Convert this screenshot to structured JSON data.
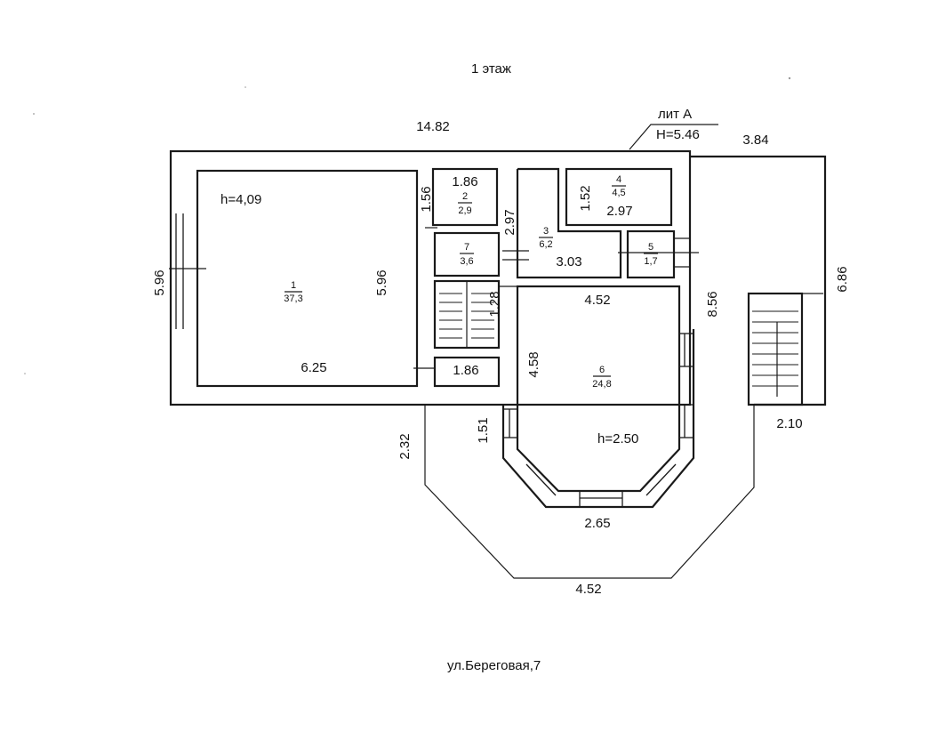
{
  "floor_title": "1  этаж",
  "address": "ул.Береговая,7",
  "lit": {
    "name": "лит А",
    "height": "H=5.46"
  },
  "rooms": [
    {
      "id": "room-1",
      "number": "1",
      "area": "37,3",
      "height": "h=4,09"
    },
    {
      "id": "room-2",
      "number": "2",
      "area": "2,9"
    },
    {
      "id": "room-3",
      "number": "3",
      "area": "6,2"
    },
    {
      "id": "room-4",
      "number": "4",
      "area": "4,5"
    },
    {
      "id": "room-5",
      "number": "5",
      "area": "1,7"
    },
    {
      "id": "room-6",
      "number": "6",
      "area": "24,8",
      "height": "h=2.50"
    },
    {
      "id": "room-7",
      "number": "7",
      "area": "3,6"
    }
  ],
  "dimensions": {
    "top_overall": "14.82",
    "right_extension": "3.84",
    "left_outer": "5.96",
    "room1_height": "5.96",
    "room1_width": "6.25",
    "room2_width": "1.86",
    "room2_height": "1.56",
    "corridor_width": "1.86",
    "room3_height": "2.97",
    "room3_width": "3.03",
    "room4_height": "1.52",
    "room4_width": "2.97",
    "room6_top": "4.52",
    "room6_side": "4.58",
    "stair_1": "1.28",
    "right_side": "8.56",
    "right_outer": "6.86",
    "porch_width": "2.10",
    "bay_side": "1.51",
    "platform_side": "2.32",
    "bay_bottom": "2.65",
    "platform_bottom": "4.52"
  }
}
